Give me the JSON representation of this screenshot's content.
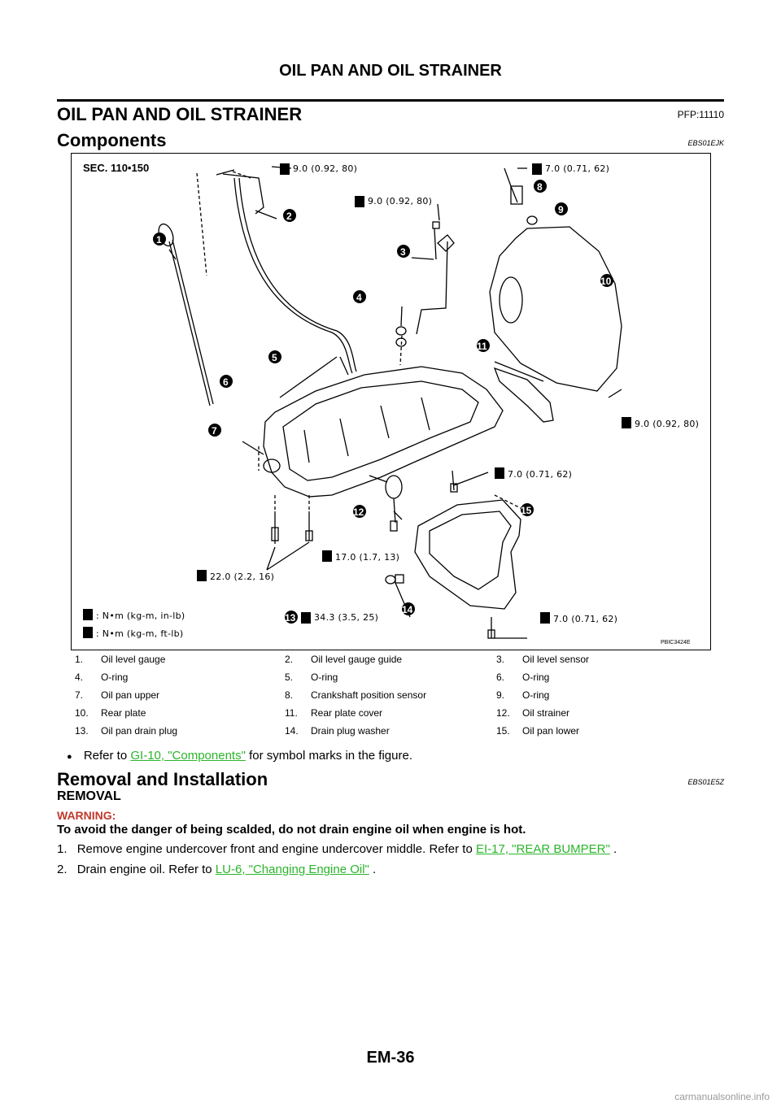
{
  "header": {
    "title": "OIL PAN AND OIL STRAINER"
  },
  "section": {
    "title": "OIL PAN AND OIL STRAINER",
    "pfp": "PFP:11110"
  },
  "components": {
    "title": "Components",
    "code": "EBS01EJK"
  },
  "figure": {
    "sec": "SEC. 110•150",
    "torques": {
      "t_top_left": "9.0 (0.92, 80)",
      "t_top_right": "7.0 (0.71, 62)",
      "t_sensor": "9.0 (0.92, 80)",
      "t_right": "9.0 (0.92, 80)",
      "t_mid_right": "7.0 (0.71, 62)",
      "t_17": "17.0 (1.7, 13)",
      "t_22": "22.0 (2.2, 16)",
      "t_34": "34.3 (3.5, 25)",
      "t_bottom_right": "7.0 (0.71, 62)"
    },
    "legend": {
      "inlb": ": N•m (kg-m, in-lb)",
      "ftlb": ": N•m (kg-m, ft-lb)"
    },
    "code": "PBIC3424E",
    "callouts": [
      "1",
      "2",
      "3",
      "4",
      "5",
      "6",
      "7",
      "8",
      "9",
      "10",
      "11",
      "12",
      "13",
      "14",
      "15"
    ]
  },
  "parts": [
    [
      "1.",
      "Oil level gauge",
      "2.",
      "Oil level gauge guide",
      "3.",
      "Oil level sensor"
    ],
    [
      "4.",
      "O-ring",
      "5.",
      "O-ring",
      "6.",
      "O-ring"
    ],
    [
      "7.",
      "Oil pan upper",
      "8.",
      "Crankshaft position sensor",
      "9.",
      "O-ring"
    ],
    [
      "10.",
      "Rear plate",
      "11.",
      "Rear plate cover",
      "12.",
      "Oil strainer"
    ],
    [
      "13.",
      "Oil pan drain plug",
      "14.",
      "Drain plug washer",
      "15.",
      "Oil pan lower"
    ]
  ],
  "note": {
    "bullet": "●",
    "pre": "Refer to ",
    "link": "GI-10, \"Components\"",
    "post": "  for symbol marks in the figure."
  },
  "removal_installation": {
    "title": "Removal and Installation",
    "code": "EBS01E5Z"
  },
  "removal": {
    "title": "REMOVAL",
    "warning_label": "WARNING:",
    "warning_text": "To avoid the danger of being scalded, do not drain engine oil when engine is hot.",
    "steps": [
      {
        "num": "1.",
        "text": "Remove engine undercover front and engine undercover middle. Refer to ",
        "link": "EI-17, \"REAR BUMPER\"",
        "post": " ."
      },
      {
        "num": "2.",
        "text": "Drain engine oil. Refer to ",
        "link": "LU-6, \"Changing Engine Oil\"",
        "post": " ."
      }
    ]
  },
  "footer": {
    "page": "EM-36"
  },
  "watermark": "carmanualsonline.info"
}
